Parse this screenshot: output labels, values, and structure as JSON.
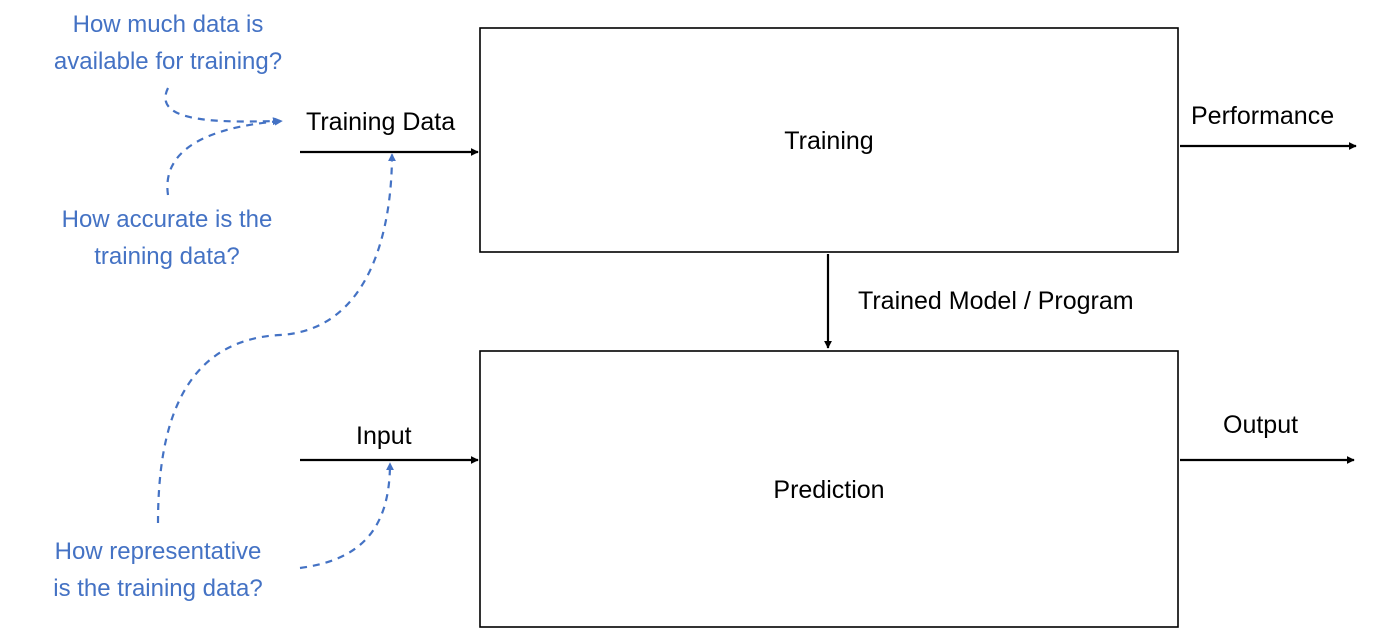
{
  "colors": {
    "accent": "#4472C4",
    "line": "#000000"
  },
  "boxes": {
    "training": "Training",
    "prediction": "Prediction"
  },
  "labels": {
    "training_data": "Training Data",
    "input": "Input",
    "performance": "Performance",
    "output": "Output",
    "trained_model": "Trained Model / Program"
  },
  "questions": {
    "amount": [
      "How much data is",
      "available for training?"
    ],
    "accuracy": [
      "How accurate is the",
      "training data?"
    ],
    "representative": [
      "How representative",
      "is the training data?"
    ]
  }
}
